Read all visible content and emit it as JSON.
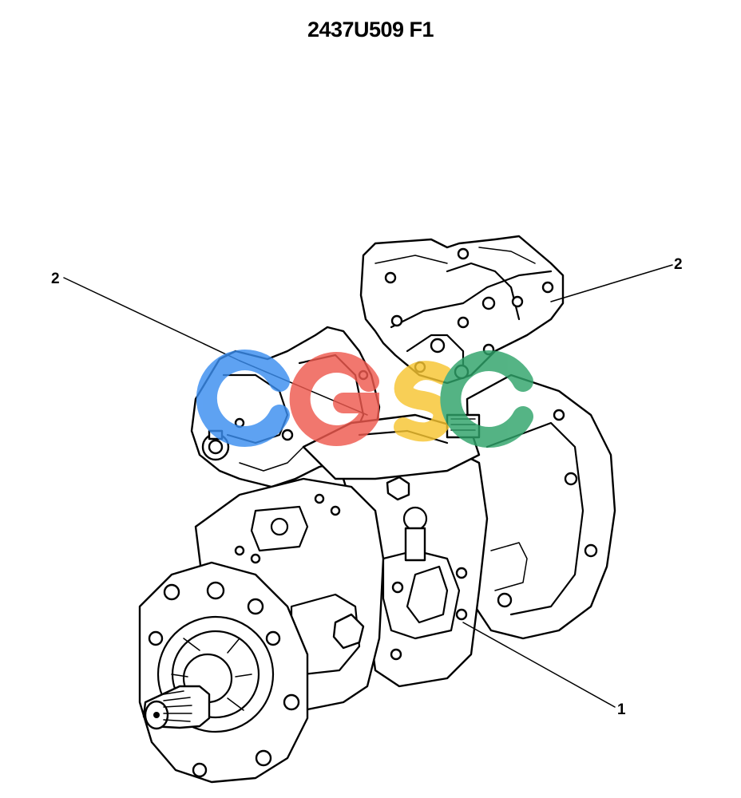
{
  "diagram": {
    "title": "2437U509 F1",
    "callouts": [
      {
        "label": "2"
      },
      {
        "label": "2"
      },
      {
        "label": "1"
      }
    ]
  },
  "watermark": {
    "text": "CGSC",
    "colors": [
      "#3b8ef0",
      "#ef5a4f",
      "#f7c531",
      "#2fa36a"
    ]
  }
}
